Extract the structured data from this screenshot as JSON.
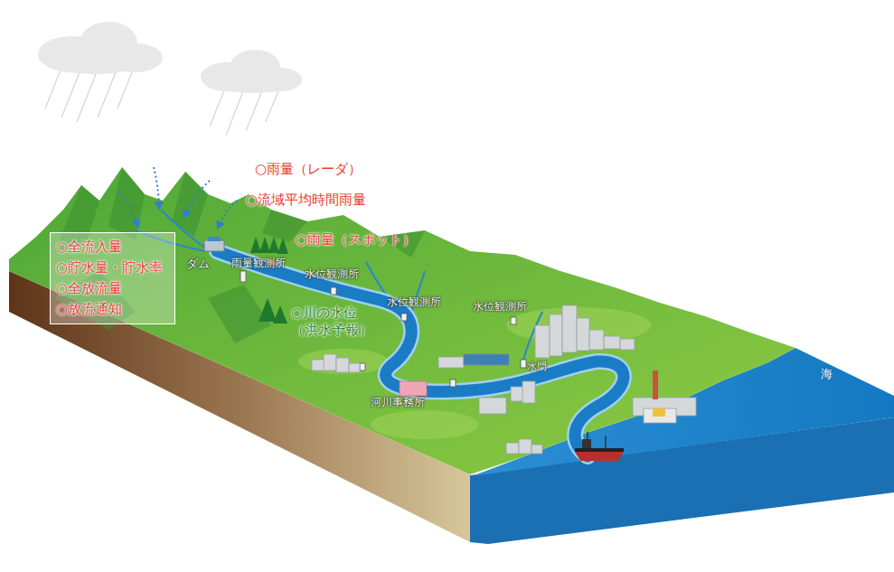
{
  "diagram": {
    "nodes": [
      {
        "text": [
          "○全流入量",
          "○貯水量・貯水率",
          "○全放流量",
          "○放流通知"
        ]
      }
    ],
    "labels": [
      "○雨量（レーダ）",
      "○流域平均時間雨量",
      "○雨量（スポット）",
      "ダム",
      "雨量観測所",
      "水位観測所",
      "○川の水位 （洪水予報）",
      "水位観測所",
      "水位観測所",
      "水門",
      "河川事務所",
      "海"
    ]
  }
}
